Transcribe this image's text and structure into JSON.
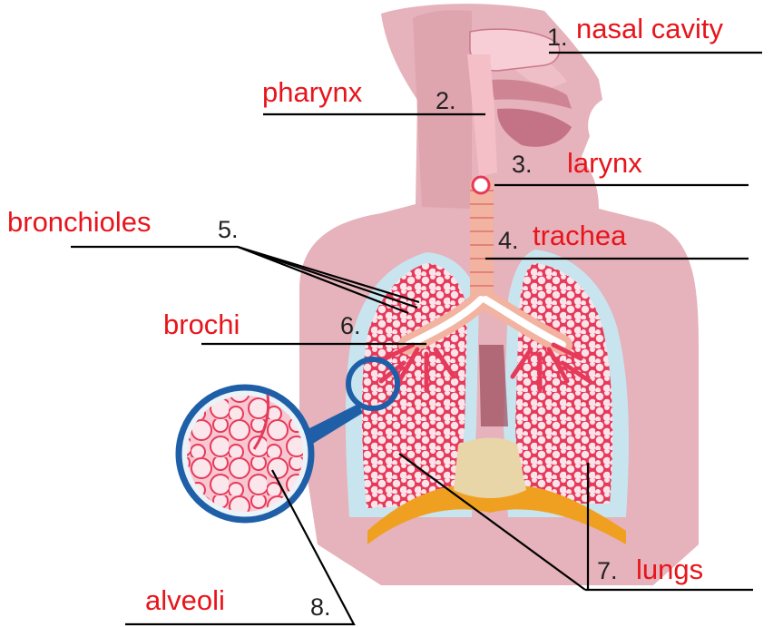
{
  "labels": {
    "l1": {
      "number": "1.",
      "name": "nasal cavity"
    },
    "l2": {
      "number": "2.",
      "name": "pharynx"
    },
    "l3": {
      "number": "3.",
      "name": "larynx"
    },
    "l4": {
      "number": "4.",
      "name": "trachea"
    },
    "l5": {
      "number": "5.",
      "name": "bronchioles"
    },
    "l6": {
      "number": "6.",
      "name": "brochi"
    },
    "l7": {
      "number": "7.",
      "name": "lungs"
    },
    "l8": {
      "number": "8.",
      "name": "alveoli"
    }
  },
  "colors": {
    "label_text": "#e8141b",
    "number_text": "#222222",
    "skin": "#e6b2bb",
    "lung_fill": "#c8e4ee",
    "lung_tissue": "#e63a5a",
    "trachea": "#f2b3a0",
    "diaphragm": "#f0a020",
    "magnifier_ring": "#1f5fa8",
    "leader_line": "#000000"
  }
}
